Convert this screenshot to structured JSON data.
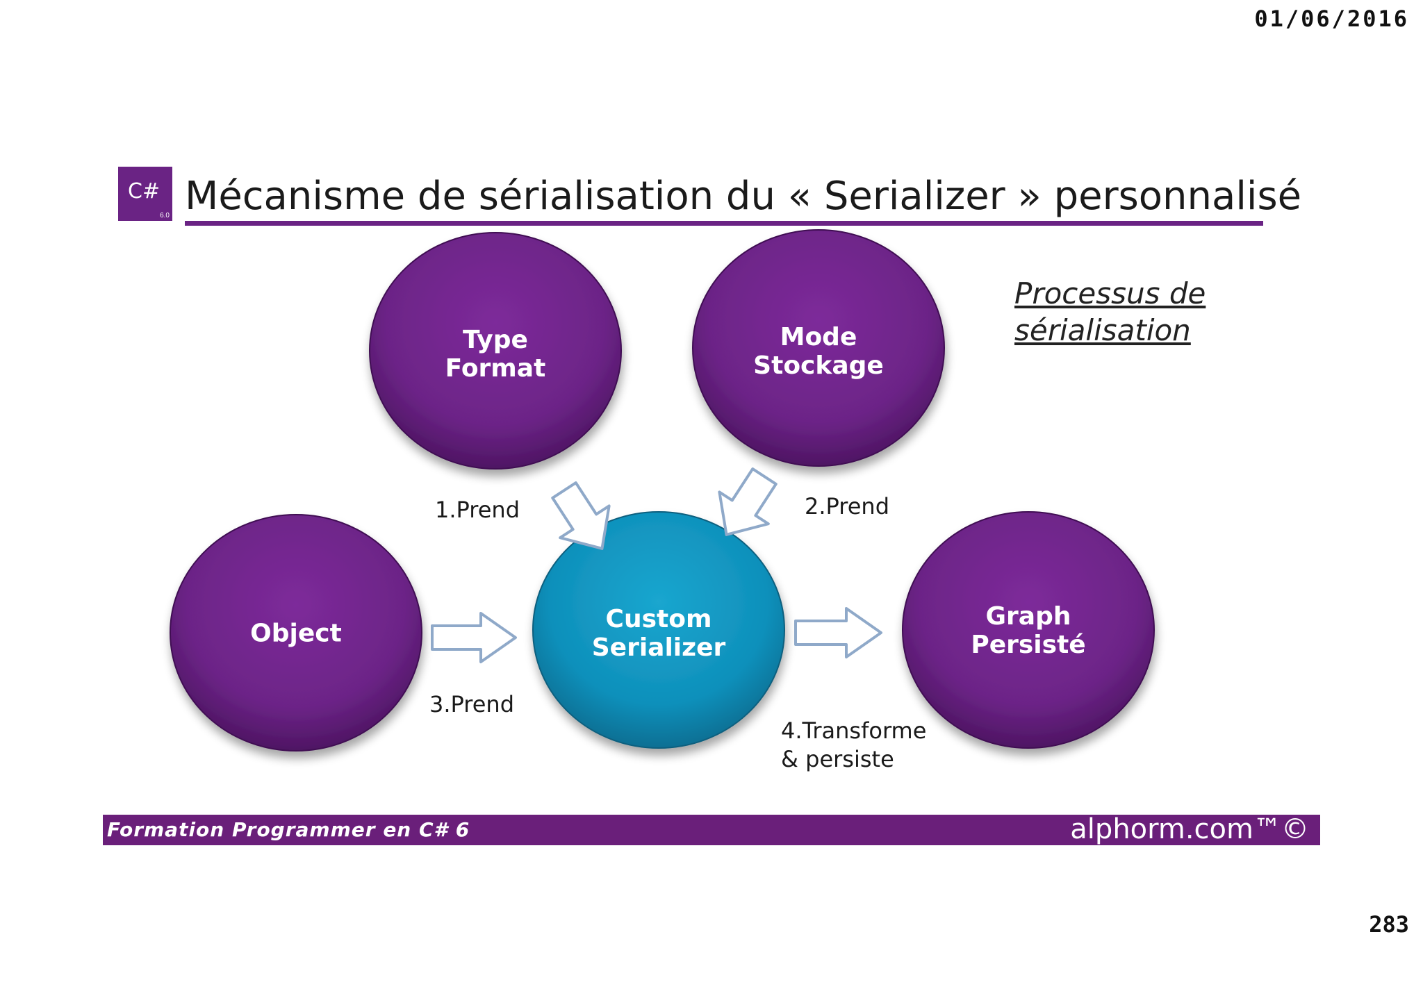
{
  "header": {
    "date": "01/06/2016"
  },
  "logo": {
    "language": "C#",
    "version": "6.0"
  },
  "title": "Mécanisme de sérialisation du « Serializer » personnalisé",
  "caption": {
    "line1": "Processus de",
    "line2": "sérialisation"
  },
  "nodes": {
    "type_format": "Type\nFormat",
    "mode_stockage": "Mode\nStockage",
    "object": "Object",
    "custom_serializer": "Custom\nSerializer",
    "graph_persiste": "Graph\nPersisté"
  },
  "steps": {
    "step1": "1.Prend",
    "step2": "2.Prend",
    "step3": "3.Prend",
    "step4_line1": "4.Transforme",
    "step4_line2": "& persiste"
  },
  "footer": {
    "course": "Formation Programmer en C# 6",
    "brand": "alphorm.com™©"
  },
  "page_number": "283",
  "colors": {
    "purple": "#6a2384",
    "teal": "#1392bb",
    "arrow_outline": "#8fa9c9"
  }
}
